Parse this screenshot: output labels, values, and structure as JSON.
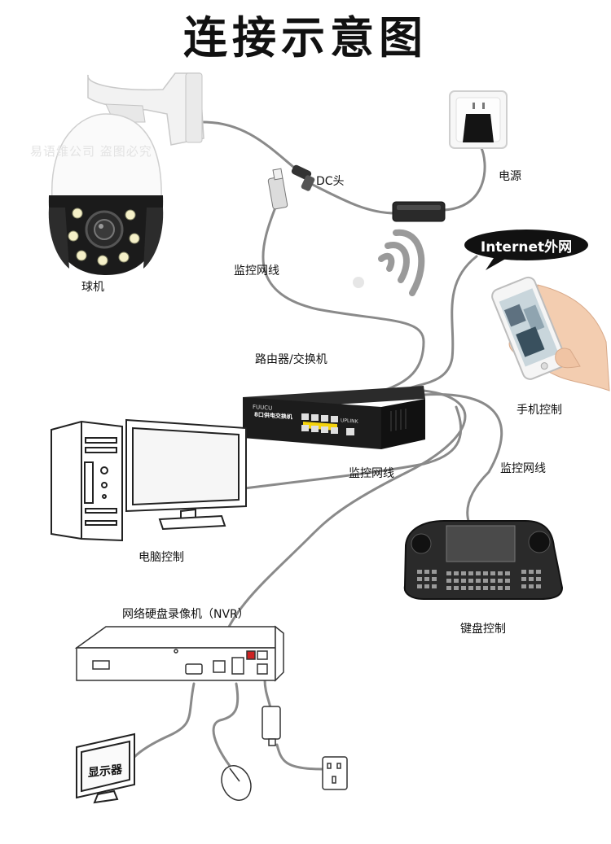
{
  "title": "连接示意图",
  "watermark": "易语维公司 盗图必究",
  "labels": {
    "ball_camera": "球机",
    "dc_head": "DC头",
    "power": "电源",
    "monitor_cable_top": "监控网线",
    "internet": "Internet外网",
    "router_switch": "路由器/交换机",
    "phone_control": "手机控制",
    "monitor_cable_mid": "监控网线",
    "monitor_cable_right": "监控网线",
    "pc_control": "电脑控制",
    "nvr": "网络硬盘录像机（NVR）",
    "keyboard_control": "键盘控制",
    "display": "显示器"
  },
  "switch_text": {
    "brand": "FUUCU",
    "model": "8口供电交换机",
    "uplink": "UPLINK"
  },
  "colors": {
    "cable": "#8a8a8a",
    "bubble": "#111111",
    "switch_body": "#1c1c1c",
    "switch_stripe": "#f4d20a",
    "wifi": "#9a9a9a"
  }
}
